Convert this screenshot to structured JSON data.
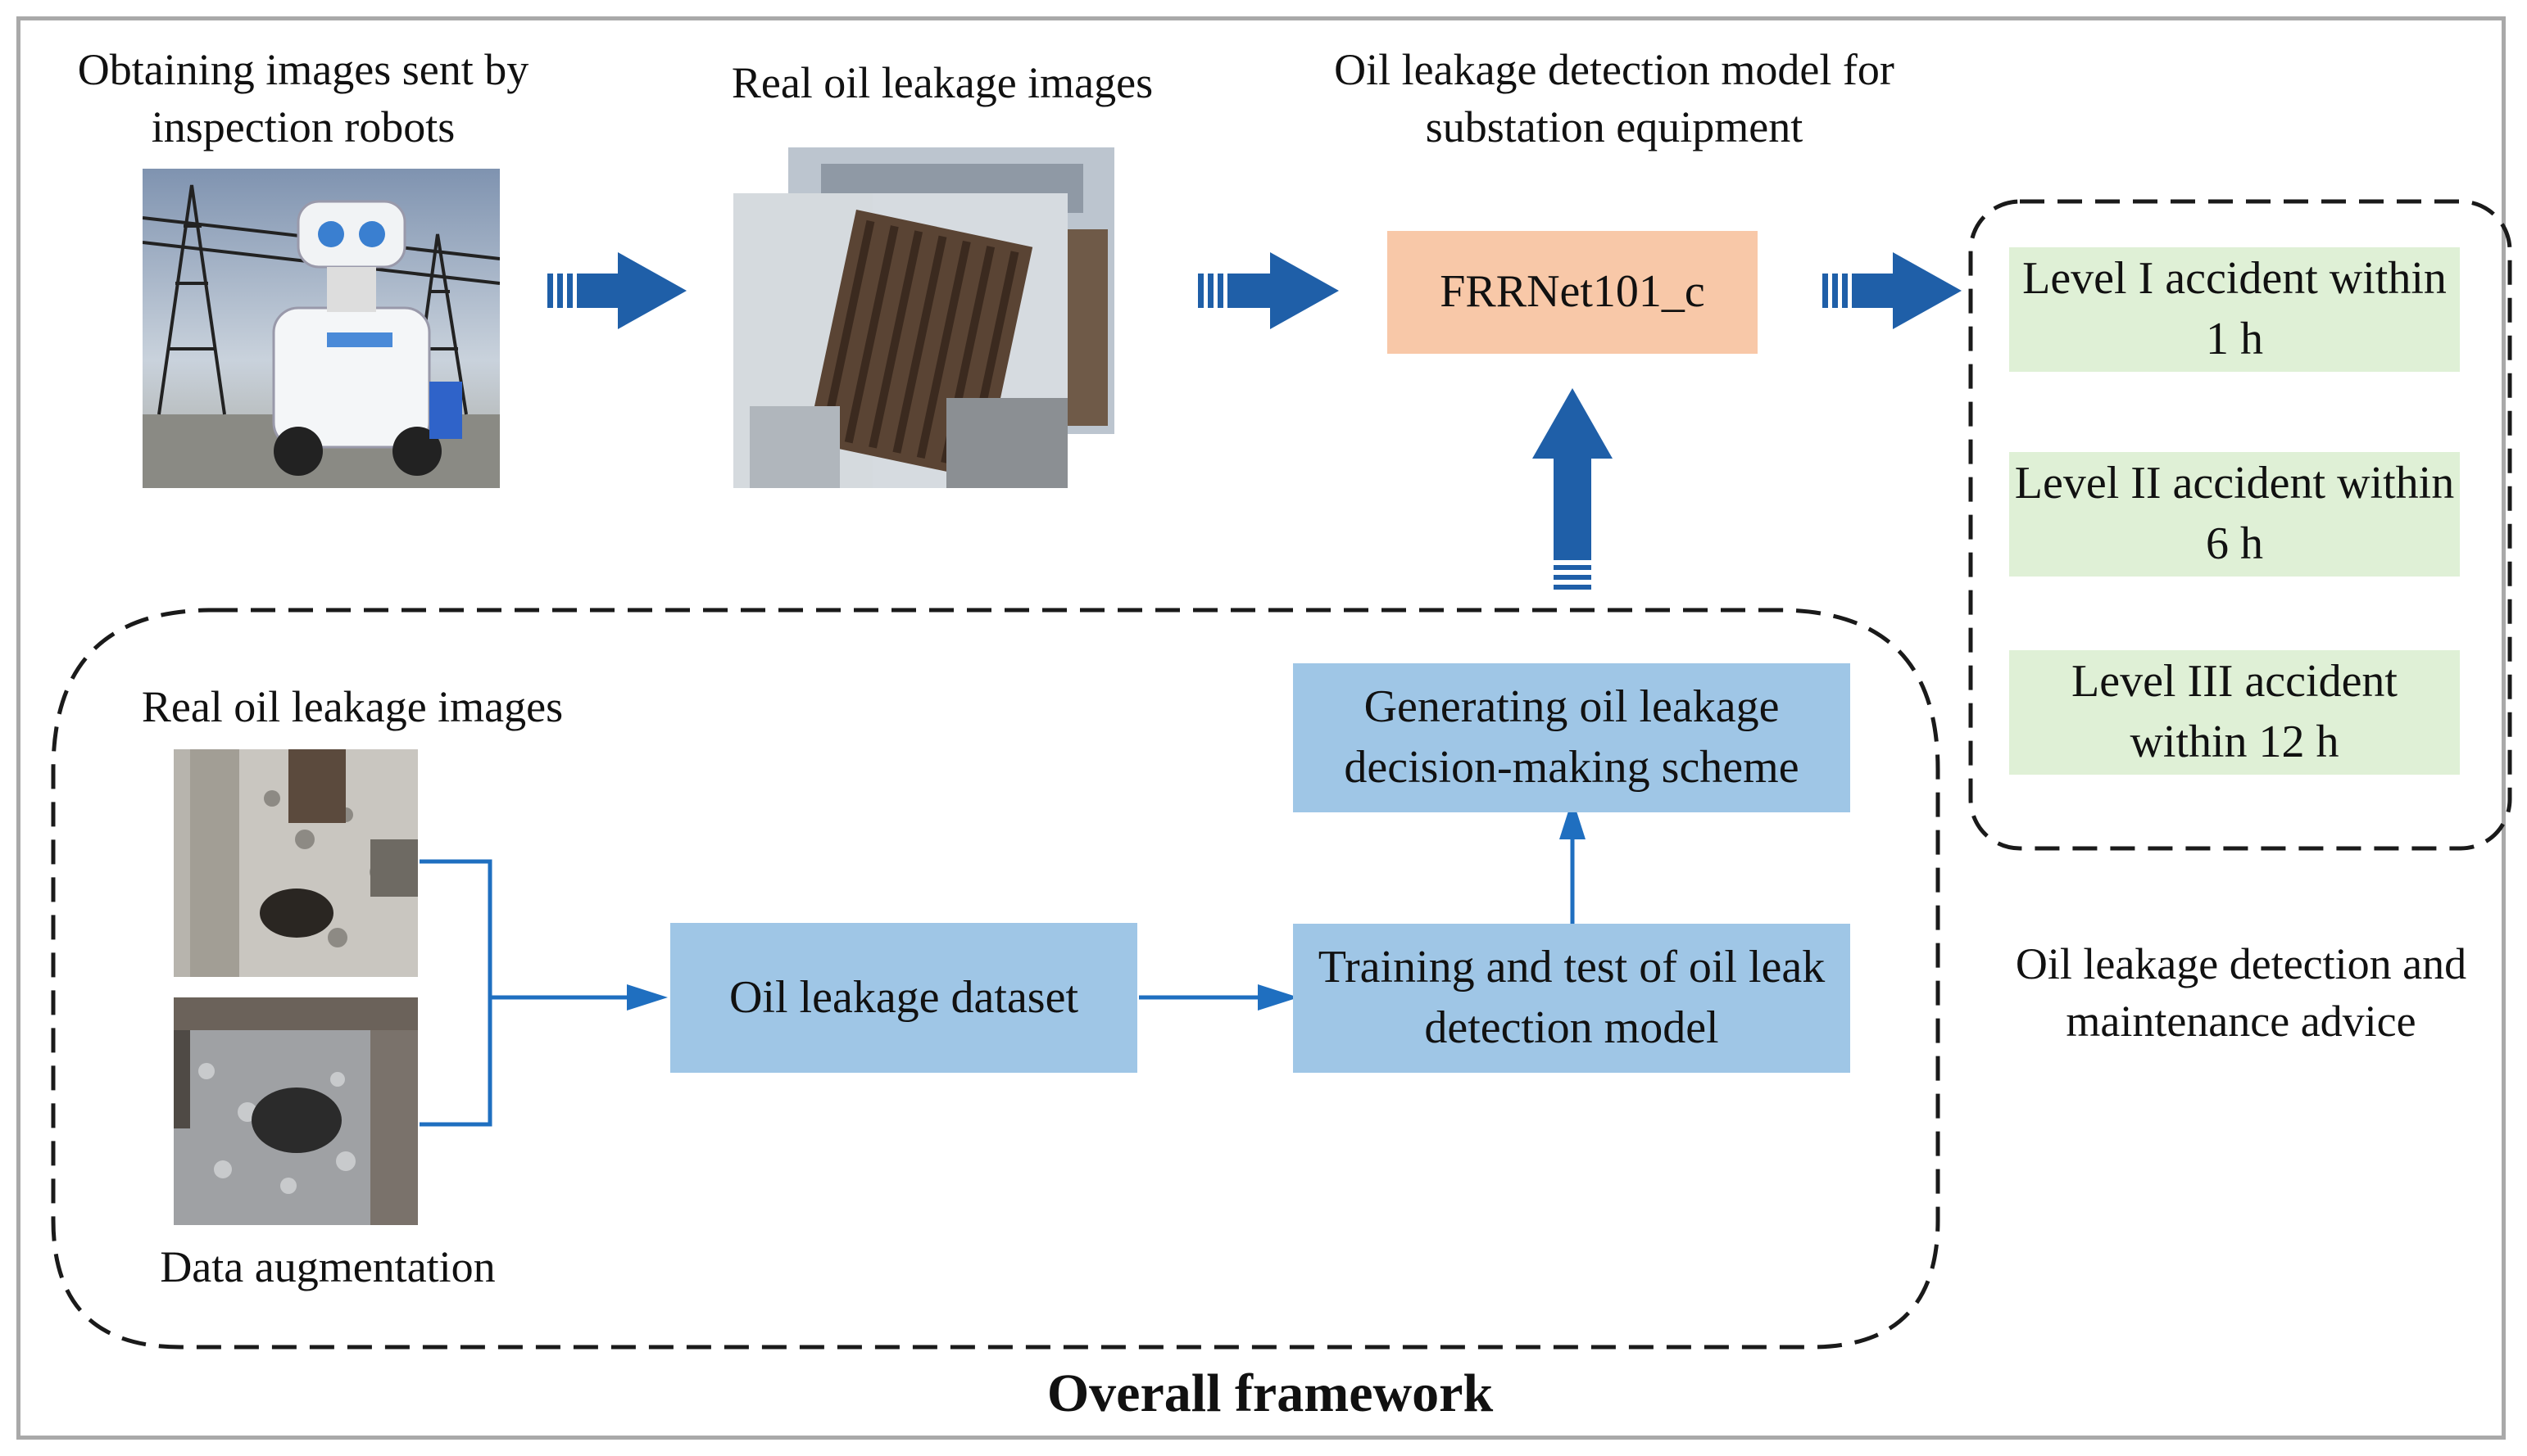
{
  "top": {
    "obtaining_label": "Obtaining images sent by inspection robots",
    "real_images_label": "Real oil leakage images",
    "model_label": "Oil leakage detection model for substation equipment",
    "model_name": "FRRNet101_c"
  },
  "levels": [
    {
      "text": "Level I accident within 1 h"
    },
    {
      "text": "Level II accident within 6 h"
    },
    {
      "text": "Level III accident within 12 h"
    }
  ],
  "advice_label": "Oil leakage detection and maintenance advice",
  "framework": {
    "real_images_label": "Real oil leakage images",
    "data_augmentation_label": "Data augmentation",
    "dataset": "Oil leakage dataset",
    "training": "Training and test of oil leak detection model",
    "scheme": "Generating oil leakage decision-making scheme",
    "title": "Overall framework"
  },
  "colors": {
    "arrow": "#1f5fa8",
    "blue_box": "#9fc6e6",
    "peach_box": "#f8c8a8",
    "green_box": "#dff0d6"
  }
}
